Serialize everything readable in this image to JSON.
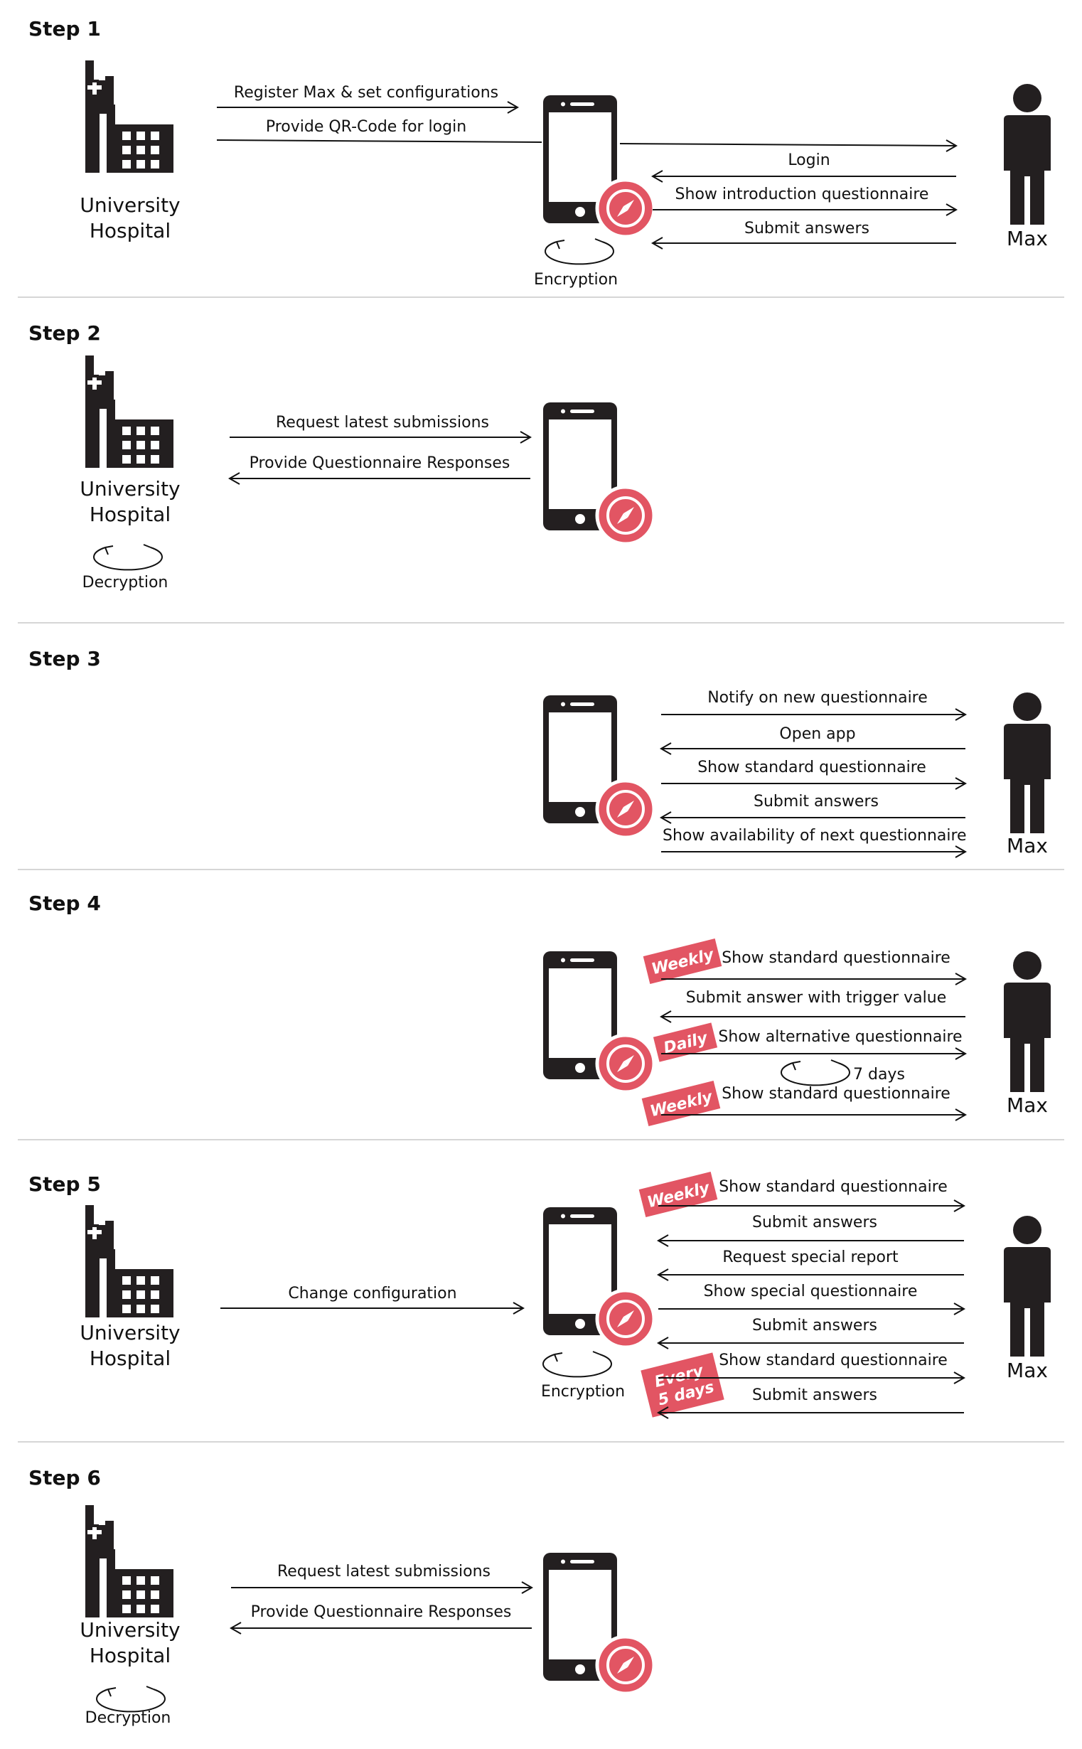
{
  "colors": {
    "accent": "#e25563",
    "icon": "#231f20",
    "separator": "#d6d6d6"
  },
  "steps": [
    {
      "title": "Step 1",
      "hospital": {
        "line1": "University",
        "line2": "Hospital"
      },
      "hospital_messages": [
        "Register Max & set configurations",
        "Provide QR-Code for login"
      ],
      "phone_process": "Encryption",
      "user_messages": [
        "Login",
        "Show introduction questionnaire",
        "Submit answers"
      ],
      "user": "Max"
    },
    {
      "title": "Step 2",
      "hospital": {
        "line1": "University",
        "line2": "Hospital"
      },
      "hospital_process": "Decryption",
      "hospital_messages": [
        "Request latest submissions",
        "Provide Questionnaire Responses"
      ]
    },
    {
      "title": "Step 3",
      "user_messages": [
        "Notify on new questionnaire",
        "Open app",
        "Show standard questionnaire",
        "Submit answers",
        "Show availability of next questionnaire"
      ],
      "user": "Max"
    },
    {
      "title": "Step 4",
      "user_messages": [
        "Show standard questionnaire",
        "Submit answer with trigger value",
        "Show alternative questionnaire",
        "7 days",
        "Show standard questionnaire"
      ],
      "badges": [
        "Weekly",
        "Daily",
        "Weekly"
      ],
      "user": "Max"
    },
    {
      "title": "Step 5",
      "hospital": {
        "line1": "University",
        "line2": "Hospital"
      },
      "hospital_messages": [
        "Change configuration"
      ],
      "phone_process": "Encryption",
      "user_messages": [
        "Show standard questionnaire",
        "Submit answers",
        "Request special report",
        "Show special questionnaire",
        "Submit answers",
        "Show standard questionnaire",
        "Submit answers"
      ],
      "badges": [
        "Weekly",
        "Every",
        "5 days"
      ],
      "user": "Max"
    },
    {
      "title": "Step 6",
      "hospital": {
        "line1": "University",
        "line2": "Hospital"
      },
      "hospital_process": "Decryption",
      "hospital_messages": [
        "Request latest submissions",
        "Provide Questionnaire Responses"
      ]
    }
  ]
}
